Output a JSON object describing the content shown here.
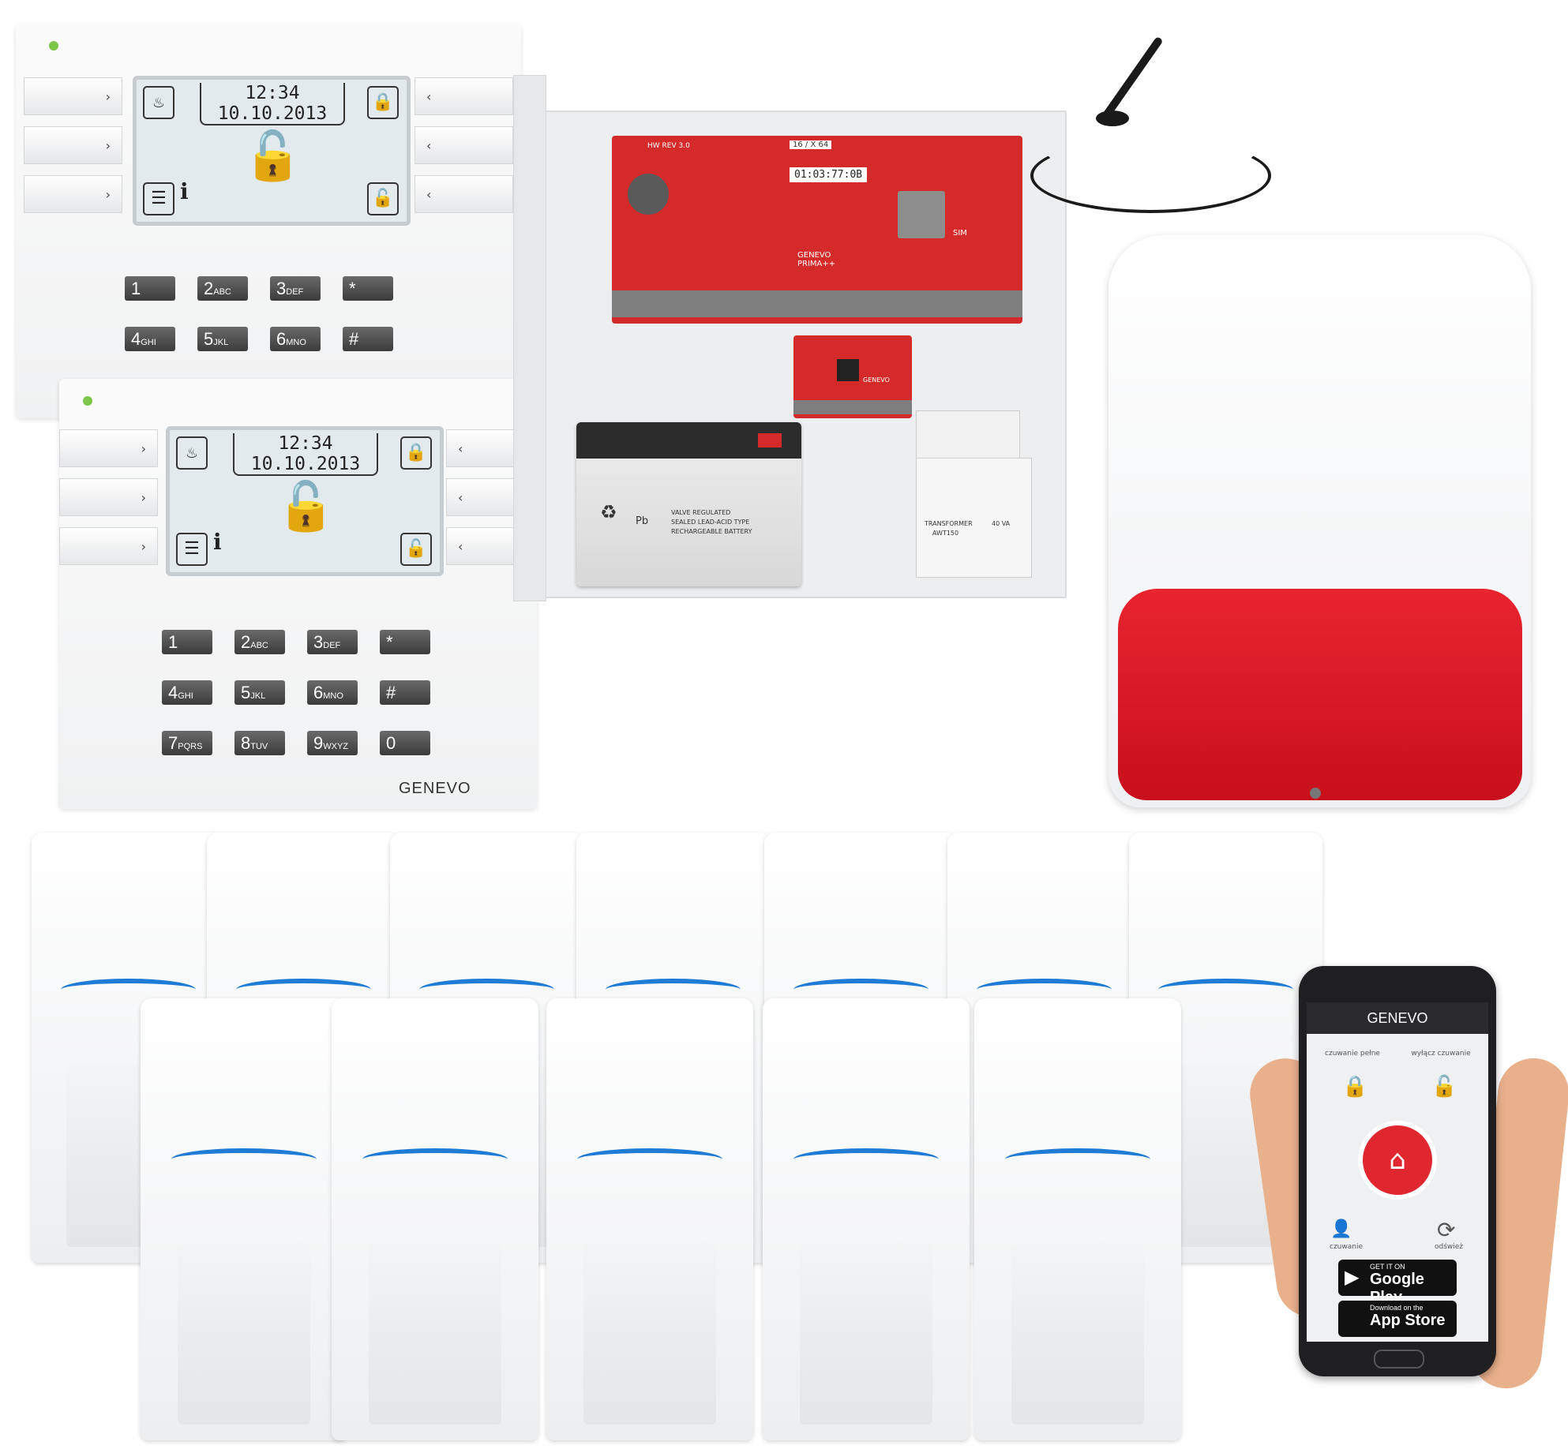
{
  "keypads": [
    {
      "clock": "12:34\n10.10.2013",
      "keys": [
        {
          "main": "1",
          "sub": ""
        },
        {
          "main": "2",
          "sub": "ABC"
        },
        {
          "main": "3",
          "sub": "DEF"
        },
        {
          "main": "*",
          "sub": ""
        },
        {
          "main": "4",
          "sub": "GHI"
        },
        {
          "main": "5",
          "sub": "JKL"
        },
        {
          "main": "6",
          "sub": "MNO"
        },
        {
          "main": "#",
          "sub": ""
        }
      ]
    },
    {
      "clock": "12:34\n10.10.2013",
      "keys": [
        {
          "main": "1",
          "sub": ""
        },
        {
          "main": "2",
          "sub": "ABC"
        },
        {
          "main": "3",
          "sub": "DEF"
        },
        {
          "main": "*",
          "sub": ""
        },
        {
          "main": "4",
          "sub": "GHI"
        },
        {
          "main": "5",
          "sub": "JKL"
        },
        {
          "main": "6",
          "sub": "MNO"
        },
        {
          "main": "#",
          "sub": ""
        },
        {
          "main": "7",
          "sub": "PQRS"
        },
        {
          "main": "8",
          "sub": "TUV"
        },
        {
          "main": "9",
          "sub": "WXYZ"
        },
        {
          "main": "0",
          "sub": ""
        }
      ],
      "brand": "GENEVO"
    }
  ],
  "control_panel": {
    "board_rev": "HW REV 3.0",
    "board_counter": "16 / X 64",
    "board_id": "01:03:77:0B",
    "board_brand": "GENEVO PRIMA++",
    "sim_label": "SIM",
    "expander_brand": "GENEVO"
  },
  "battery": {
    "line1": "VALVE REGULATED",
    "line2": "SEALED LEAD-ACID TYPE",
    "line3": "RECHARGEABLE BATTERY",
    "pb": "Pb"
  },
  "transformer": {
    "label": "TRANSFORMER",
    "model": "AWT150",
    "power": "40 VA"
  },
  "phone": {
    "app_brand": "GENEVO",
    "labels": {
      "arm_full": "czuwanie pełne",
      "disarm": "wyłącz czuwanie",
      "arm_partial": "czuwanie",
      "refresh": "odśwież"
    },
    "google_play": {
      "small": "GET IT ON",
      "name": "Google Play"
    },
    "app_store": {
      "small": "Download on the",
      "name": "App Store"
    }
  },
  "colors": {
    "pcb_red": "#d42a2a",
    "siren_red": "#d81b26",
    "detector_blue": "#1e7bd6",
    "app_red": "#e0262e",
    "led_green": "#7ec64a"
  },
  "icons": [
    "fire-icon",
    "padlock-closed-icon",
    "padlock-open-icon",
    "info-icon",
    "menu-icon",
    "person-lock-icon",
    "home-lock-icon",
    "refresh-icon",
    "apple-icon",
    "play-store-icon",
    "recycle-icon"
  ]
}
